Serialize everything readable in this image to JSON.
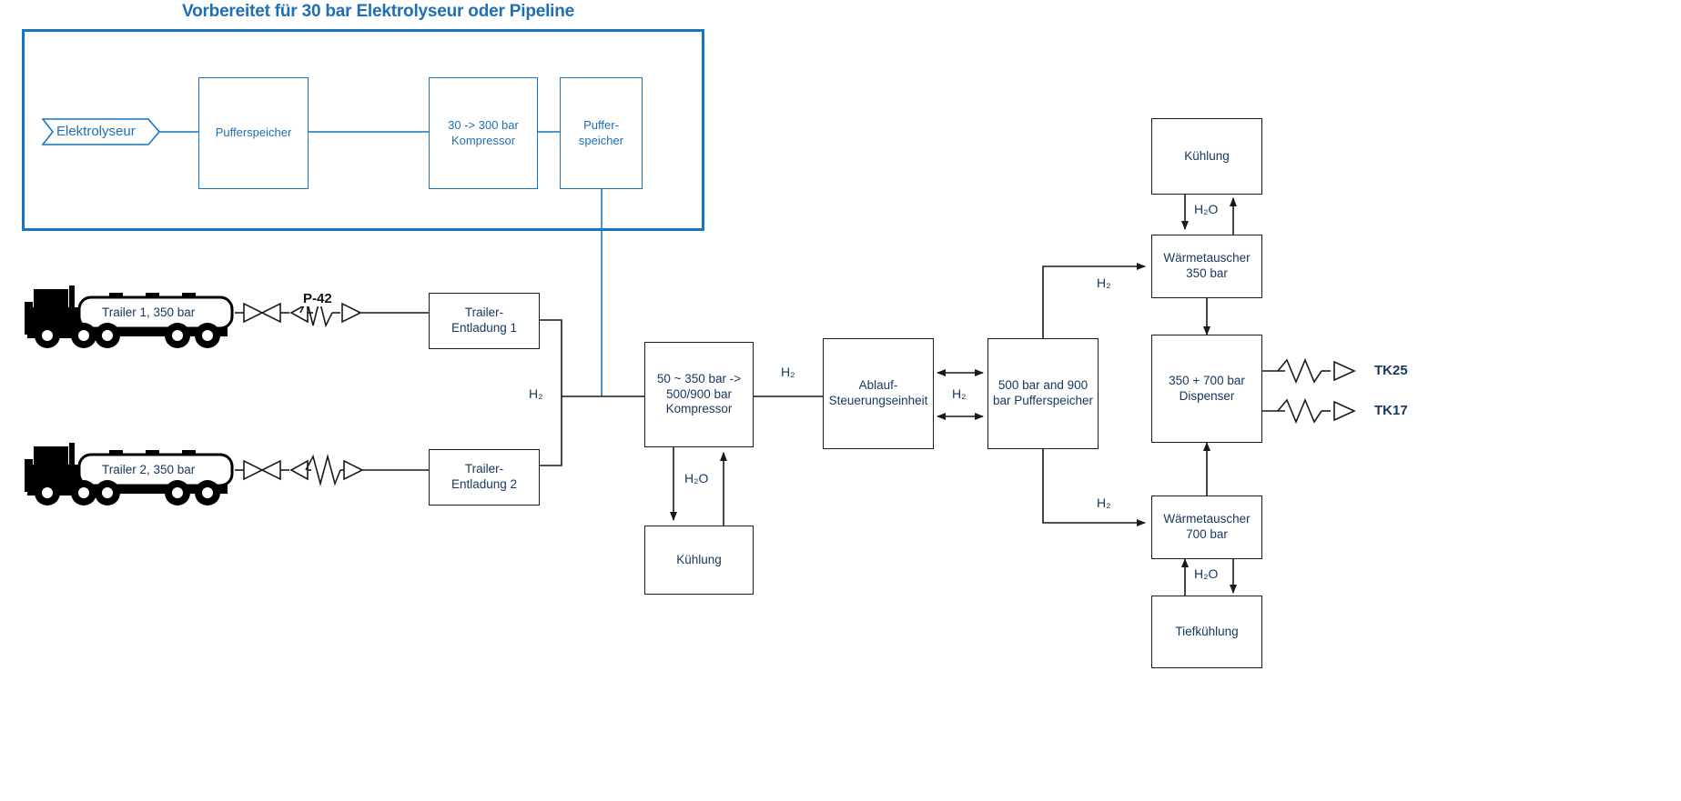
{
  "diagram": {
    "title": "Vorbereitet für 30 bar Elektrolyseur oder Pipeline",
    "accent_blue": "#1577c4",
    "text_blue": "#16365c",
    "line_black": "#1a1a1a"
  },
  "prepared_section": {
    "electrolyser_label": "Elektrolyseur",
    "buffer_1": "Pufferspeicher",
    "compressor_30_300": "30 -> 300 bar\nKompressor",
    "compressor_30_300_line1": "30 -> 300 bar",
    "compressor_30_300_line2": "Kompressor",
    "buffer_2_line1": "Puffer-",
    "buffer_2_line2": "speicher"
  },
  "trailers": [
    {
      "name": "Trailer 1, 350 bar",
      "pump_tag": "P-42",
      "unload_line1": "Trailer-",
      "unload_line2": "Entladung 1"
    },
    {
      "name": "Trailer 2, 350 bar",
      "pump_tag": "",
      "unload_line1": "Trailer-",
      "unload_line2": "Entladung 2"
    }
  ],
  "process": {
    "manifold_label": "H₂",
    "main_compressor_line1": "50 ~ 350 bar ->",
    "main_compressor_line2": "500/900 bar",
    "main_compressor_line3": "Kompressor",
    "compressor_cooling": "Kühlung",
    "compressor_water_label": "H₂O",
    "compressor_to_control_label": "H₂",
    "control_unit_line1": "Ablauf-",
    "control_unit_line2": "Steuerungseinheit",
    "control_buffer_label": "H₂",
    "buffer_500_900_line1": "500 bar and 900",
    "buffer_500_900_line2": "bar Pufferspeicher"
  },
  "dispensing": {
    "cooling_350": "Kühlung",
    "water_350_label": "H₂O",
    "heat_exchanger_350_line1": "Wärmetauscher",
    "heat_exchanger_350_line2": "350 bar",
    "h2_to_350_label": "H₂",
    "dispenser_line1": "350 + 700 bar",
    "dispenser_line2": "Dispenser",
    "heat_exchanger_700_line1": "Wärmetauscher",
    "heat_exchanger_700_line2": "700 bar",
    "h2_to_700_label": "H₂",
    "water_700_label": "H₂O",
    "deep_cooling": "Tiefkühlung",
    "nozzles": [
      "TK25",
      "TK17"
    ]
  }
}
